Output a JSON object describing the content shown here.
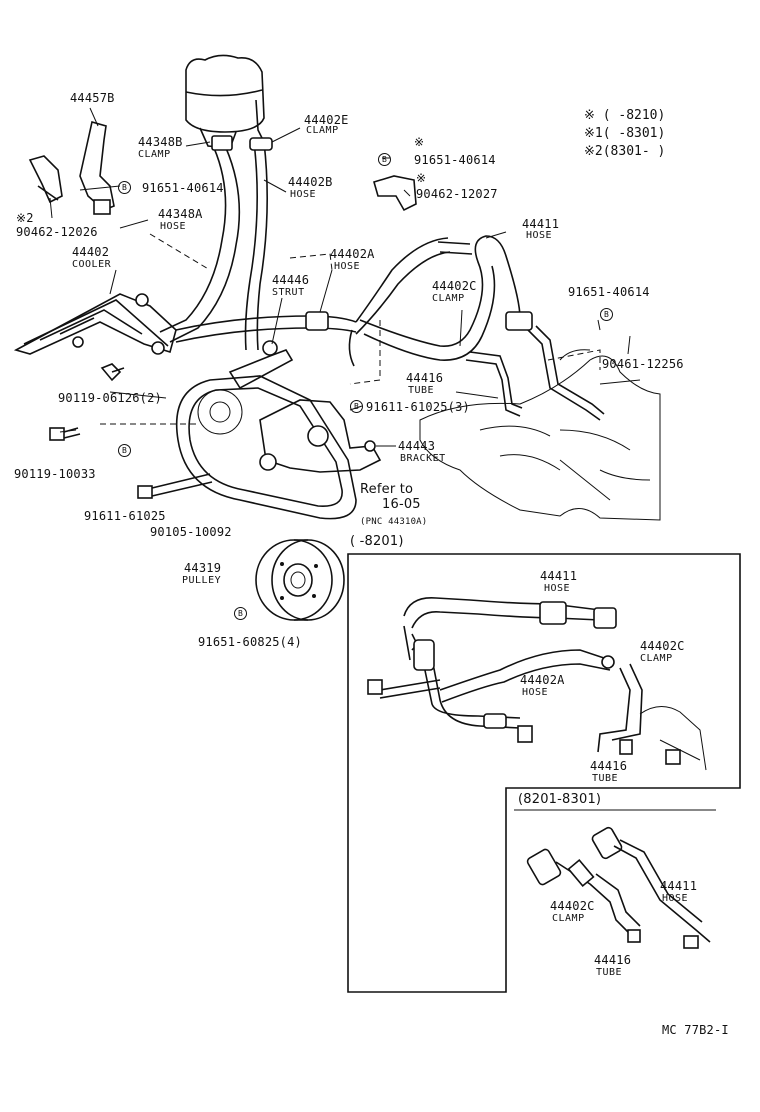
{
  "legend": {
    "line1": "※ (      -8210)",
    "line2": "※1(      -8301)",
    "line3": "※2(8301-      )"
  },
  "labels": {
    "p44457B": "44457B",
    "p44348B": "44348B",
    "clamp_44348B": "CLAMP",
    "p44402E": "44402E",
    "clamp_44402E": "CLAMP",
    "ast_91651_40614_a": "※",
    "p91651_40614_a": "91651-40614",
    "p91651_40614_b": "91651-40614",
    "p44402B": "44402B",
    "hose_44402B": "HOSE",
    "ast_90462_12027": "※",
    "p90462_12027": "90462-12027",
    "p44348A": "44348A",
    "hose_44348A": "HOSE",
    "ast2_90462_12026": "※2",
    "p90462_12026": "90462-12026",
    "p44411_main": "44411",
    "hose_44411_main": "HOSE",
    "p44402": "44402",
    "cooler_44402": "COOLER",
    "p44402A_main": "44402A",
    "hose_44402A_main": "HOSE",
    "p44446": "44446",
    "strut_44446": "STRUT",
    "p44402C_main": "44402C",
    "clamp_44402C_main": "CLAMP",
    "p91651_40614_c": "91651-40614",
    "p90461_12256": "90461-12256",
    "p44416_main": "44416",
    "tube_44416_main": "TUBE",
    "p90119_06126": "90119-06126(2)",
    "p91611_61025_3": "91611-61025(3)",
    "p44443": "44443",
    "bracket_44443": "BRACKET",
    "p90119_10033": "90119-10033",
    "refer_to": "Refer to",
    "refer_num": "16-05",
    "refer_pnc": "(PNC 44310A)",
    "p91611_61025": "91611-61025",
    "p90105_10092": "90105-10092",
    "p44319": "44319",
    "pulley_44319": "PULLEY",
    "p91651_60825": "91651-60825(4)",
    "inset1_range": "(      -8201)",
    "p44411_in1": "44411",
    "hose_44411_in1": "HOSE",
    "p44402C_in1": "44402C",
    "clamp_44402C_in1": "CLAMP",
    "p44402A_in1": "44402A",
    "hose_44402A_in1": "HOSE",
    "p44416_in1": "44416",
    "tube_44416_in1": "TUBE",
    "inset2_range": "(8201-8301)",
    "p44411_in2": "44411",
    "hose_44411_in2": "HOSE",
    "p44402C_in2": "44402C",
    "clamp_44402C_in2": "CLAMP",
    "p44416_in2": "44416",
    "tube_44416_in2": "TUBE",
    "catalog_code": "MC  77B2-I"
  },
  "icons": {
    "bolt_marker": "B"
  }
}
